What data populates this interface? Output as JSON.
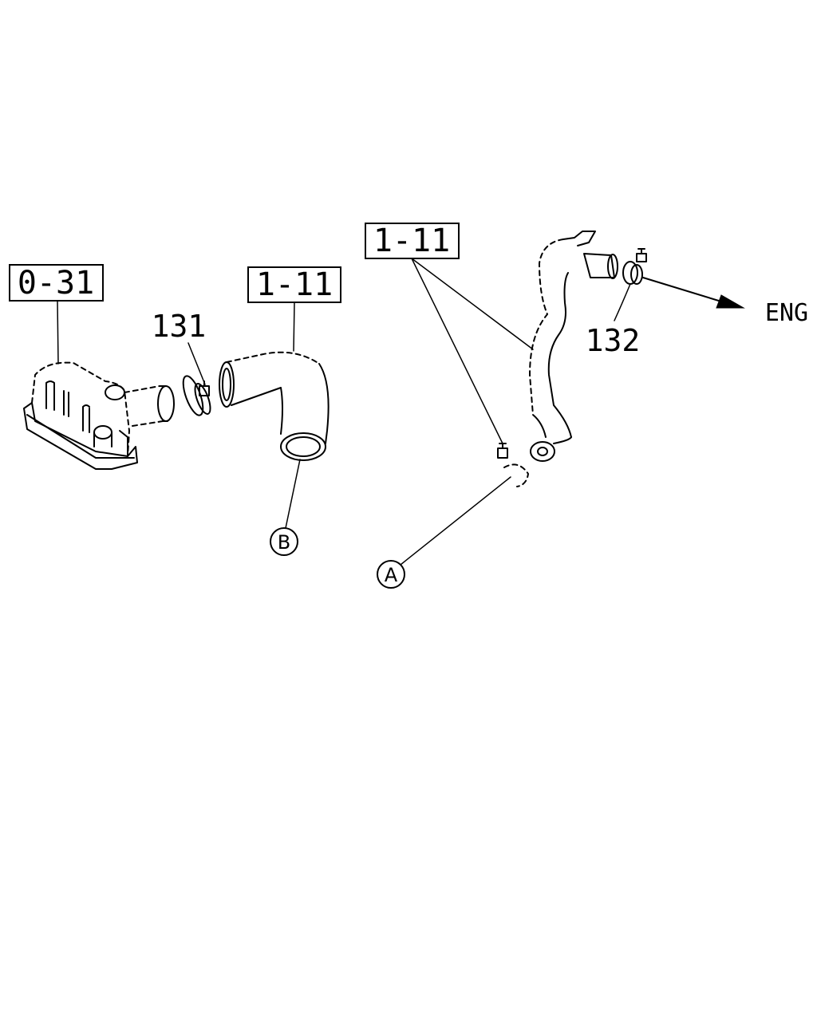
{
  "references": {
    "left_box": "0-31",
    "middle_box": "1-11",
    "right_box": "1-11"
  },
  "parts": {
    "clamp_left": "131",
    "clamp_right": "132"
  },
  "connections": {
    "a": "A",
    "b": "B"
  },
  "direction": {
    "label": "ENG"
  }
}
